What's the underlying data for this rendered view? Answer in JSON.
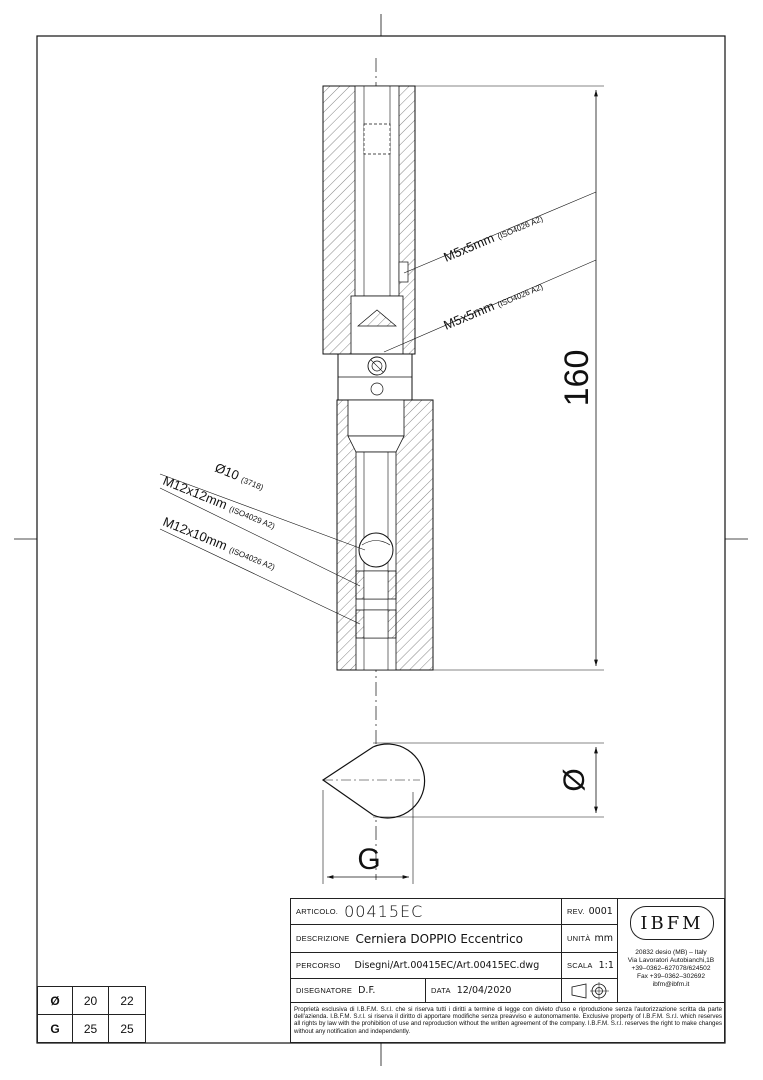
{
  "drawing": {
    "dimension_length": "160",
    "dimension_diameter": "Ø",
    "dimension_g": "G",
    "callouts": {
      "m5_upper": "M5x5mm",
      "m5_upper_std": "(ISO4026 A2)",
      "m5_lower": "M5x5mm",
      "m5_lower_std": "(ISO4026 A2)",
      "ball": "Ø10",
      "ball_std": "(3718)",
      "m12_12": "M12x12mm",
      "m12_12_std": "(ISO4029 A2)",
      "m12_10": "M12x10mm",
      "m12_10_std": "(ISO4026 A2)"
    }
  },
  "size_table": {
    "rows": [
      {
        "label": "Ø",
        "values": [
          "20",
          "22"
        ]
      },
      {
        "label": "G",
        "values": [
          "25",
          "25"
        ]
      }
    ]
  },
  "title_block": {
    "articolo_label": "ARTICOLO.",
    "articolo_value": "00415EC",
    "descrizione_label": "DESCRIZIONE",
    "descrizione_value": "Cerniera DOPPIO Eccentrico",
    "percorso_label": "PERCORSO",
    "percorso_value": "Disegni/Art.00415EC/Art.00415EC.dwg",
    "disegnatore_label": "DISEGNATORE",
    "disegnatore_value": "D.F.",
    "data_label": "DATA",
    "data_value": "12/04/2020",
    "rev_label": "REV.",
    "rev_value": "0001",
    "unita_label": "UNITÀ",
    "unita_value": "mm",
    "scala_label": "SCALA",
    "scala_value": "1:1",
    "logo_text": "IBFM",
    "address_lines": [
      "20832 desio (MB) – Italy",
      "Via Lavoratori Autobianchi,1B",
      "+39–0362–627078/624502",
      "Fax +39–0362–302692",
      "ibfm@ibfm.it"
    ],
    "disclaimer": "Proprietà esclusiva di I.B.F.M. S.r.l. che si riserva tutti i diritti a termine di legge con divieto d'uso e riproduzione senza l'autorizzazione scritta da parte dell'azienda. I.B.F.M. S.r.l. si riserva il diritto di apportare modifiche senza preavviso e autonomamente. Exclusive property of I.B.F.M. S.r.l. which reserves all rights by law with the prohibition of use and reproduction without the written agreement of the company. I.B.F.M. S.r.l. reserves the right to make changes without any notification and independently."
  }
}
